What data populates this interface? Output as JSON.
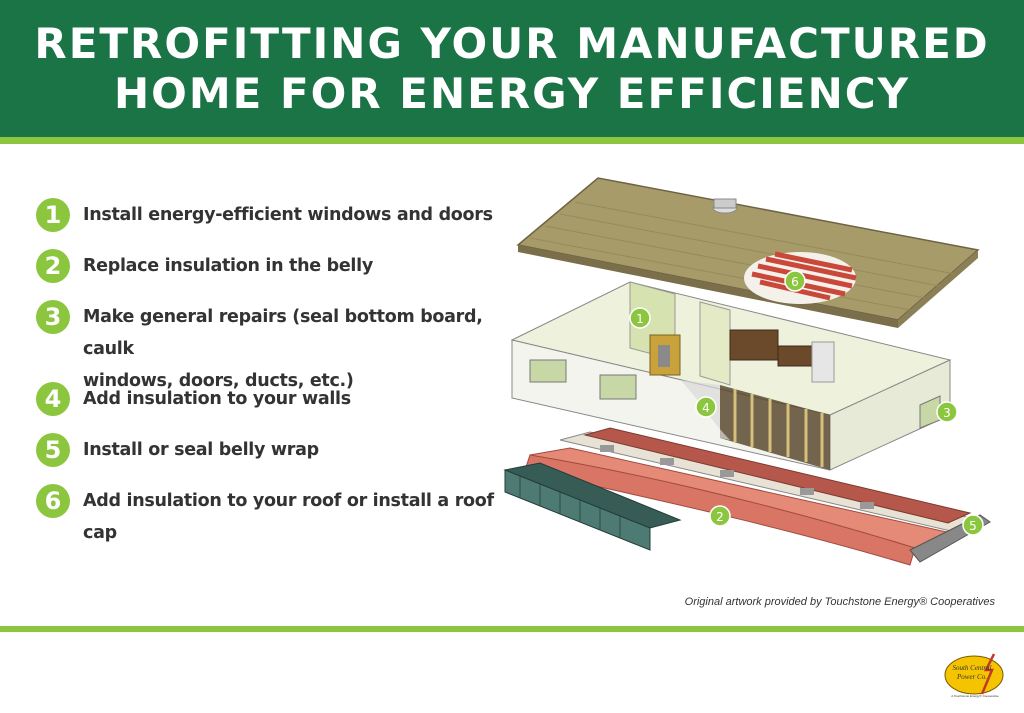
{
  "header": {
    "title_line1": "RETROFITTING YOUR MANUFACTURED",
    "title_line2": "HOME FOR ENERGY EFFICIENCY"
  },
  "steps": [
    {
      "number": "1",
      "text": "Install energy-efficient windows and doors"
    },
    {
      "number": "2",
      "text": "Replace insulation in the belly"
    },
    {
      "number": "3",
      "text_line1": "Make general repairs (seal bottom board, caulk",
      "text_line2": "windows, doors, ducts, etc.)"
    },
    {
      "number": "4",
      "text": "Add insulation to your walls"
    },
    {
      "number": "5",
      "text": "Install or seal belly wrap"
    },
    {
      "number": "6",
      "text": "Add insulation to your roof or install a roof cap"
    }
  ],
  "illustration": {
    "markers": [
      "1",
      "2",
      "3",
      "4",
      "5",
      "6"
    ]
  },
  "credit": "Original artwork provided by Touchstone Energy® Cooperatives",
  "logo": {
    "line1": "South Central",
    "line2": "Power Co.",
    "tagline": "A Touchstone Energy® Cooperative"
  },
  "colors": {
    "header_green": "#1b7446",
    "accent_green": "#8cc63f",
    "text_dark": "#333333"
  }
}
